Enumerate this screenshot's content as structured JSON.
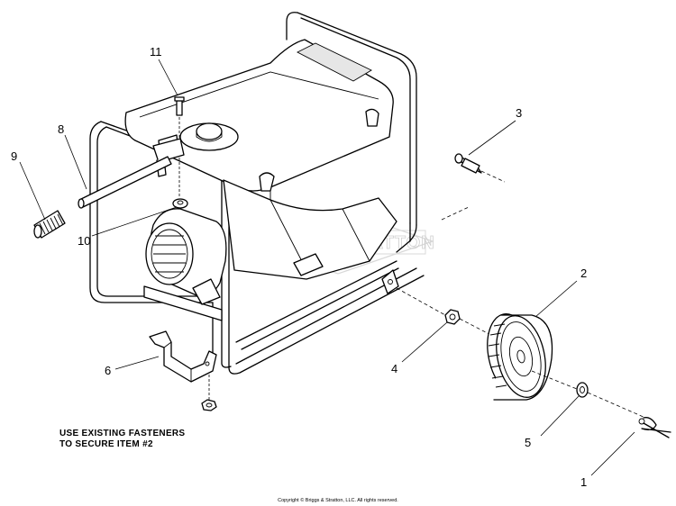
{
  "callouts": [
    {
      "id": "1",
      "label": "1"
    },
    {
      "id": "2",
      "label": "2"
    },
    {
      "id": "3",
      "label": "3"
    },
    {
      "id": "4",
      "label": "4"
    },
    {
      "id": "5",
      "label": "5"
    },
    {
      "id": "6",
      "label": "6"
    },
    {
      "id": "8",
      "label": "8"
    },
    {
      "id": "9",
      "label": "9"
    },
    {
      "id": "10",
      "label": "10"
    },
    {
      "id": "11",
      "label": "11"
    }
  ],
  "note": {
    "line1": "USE EXISTING FASTENERS",
    "line2": "TO SECURE ITEM #2"
  },
  "watermark": "BRIGGS&STRATTON",
  "copyright": "Copyright © Briggs & Stratton, LLC. All rights reserved."
}
